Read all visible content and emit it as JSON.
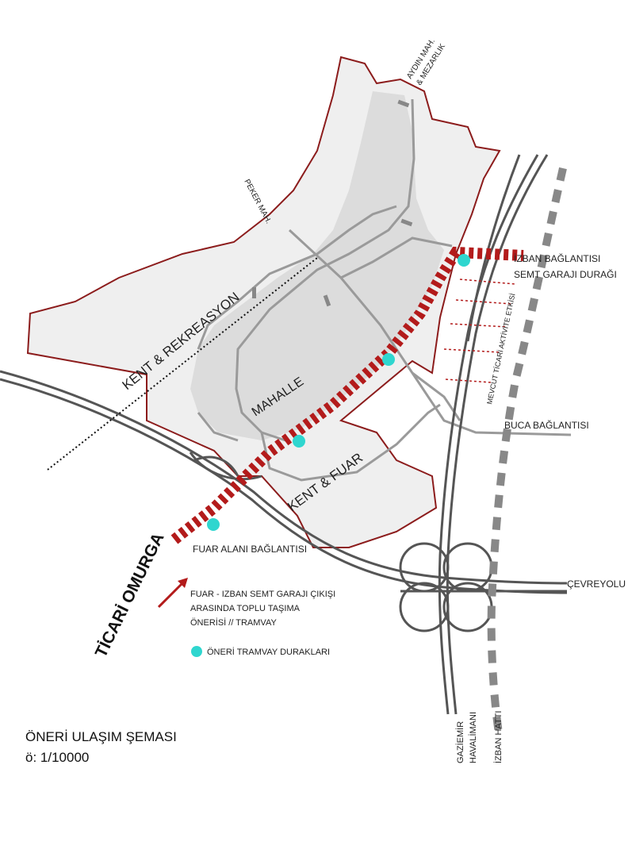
{
  "map": {
    "zones": {
      "recreation": "KENT & REKREASYON",
      "neighborhood": "MAHALLE",
      "fair": "KENT & FUAR"
    },
    "places": {
      "peker": "PEKER MAH.",
      "aydin_line1": "AYDIN MAH.",
      "aydin_line2": "& MEZARLIK"
    },
    "connections": {
      "izban_line1": "İZBAN BAĞLANTISI",
      "izban_line2": "SEMT GARAJI DURAĞI",
      "buca": "BUCA BAĞLANTISI",
      "cevreyolu": "ÇEVREYOLU",
      "fuar_alani": "FUAR ALANI BAĞLANTISI",
      "commercial_effect": "MEVCUT TİCARİ AKTİVİTE ETKİSİ"
    },
    "vertical_labels": {
      "airport_line1": "GAZİEMİR",
      "airport_line2": "HAVALİMANI",
      "izban_line": "İZBAN HATTI"
    },
    "spine_label": "TİCARİ OMURGA",
    "legend": {
      "proposal_line1": "FUAR - IZBAN SEMT GARAJI ÇIKIŞI",
      "proposal_line2": "ARASINDA TOPLU TAŞIMA",
      "proposal_line3": "ÖNERİSİ // TRAMVAY",
      "tram_stops": "ÖNERİ TRAMVAY DURAKLARI"
    },
    "title": "ÖNERİ ULAŞIM ŞEMASI",
    "scale": "ö: 1/10000",
    "colors": {
      "boundary": "#8c1c1c",
      "spine": "#b31b1b",
      "tram_stop": "#2fd6cf",
      "zone_fill": "#ececec",
      "inner_fill": "#dedede",
      "road": "#9a9a9a",
      "highway": "#555555",
      "rail": "#888888"
    }
  }
}
